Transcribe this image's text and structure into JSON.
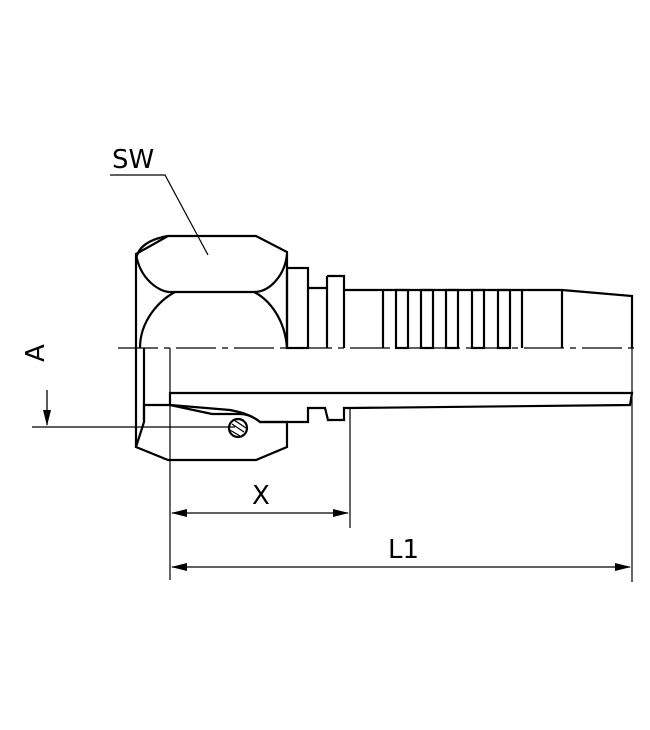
{
  "labels": {
    "sw": "SW",
    "a": "A",
    "x": "X",
    "l1": "L1"
  },
  "colors": {
    "line": "#000000",
    "background": "#ffffff"
  }
}
